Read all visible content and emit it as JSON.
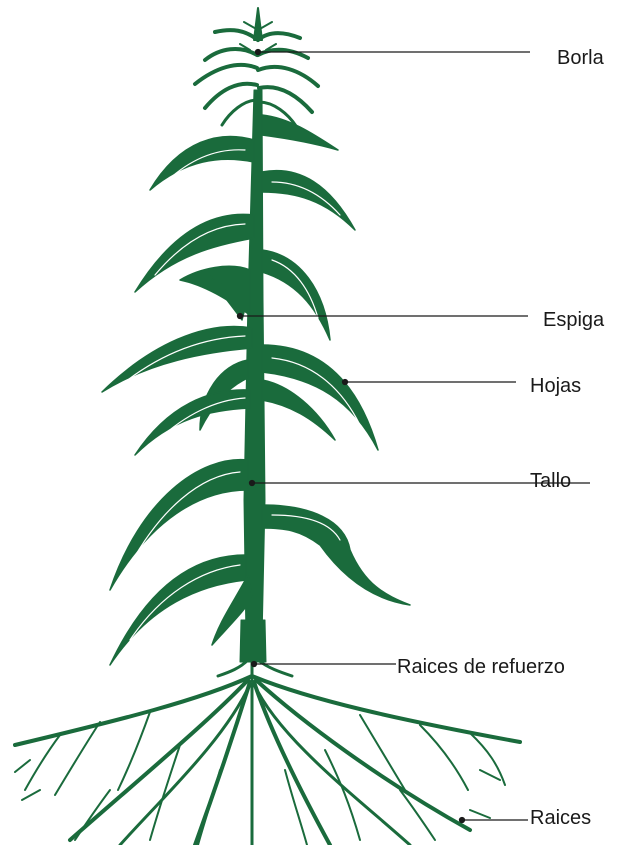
{
  "diagram": {
    "colors": {
      "plant": "#1a6b3c",
      "plant_light": "#ffffff",
      "leader_line": "#1a1a1a",
      "text": "#1a1a1a"
    },
    "labels": {
      "tassel": "Borla",
      "ear": "Espiga",
      "leaves": "Hojas",
      "stalk": "Tallo",
      "brace_roots": "Raices de refuerzo",
      "roots": "Raices"
    }
  }
}
